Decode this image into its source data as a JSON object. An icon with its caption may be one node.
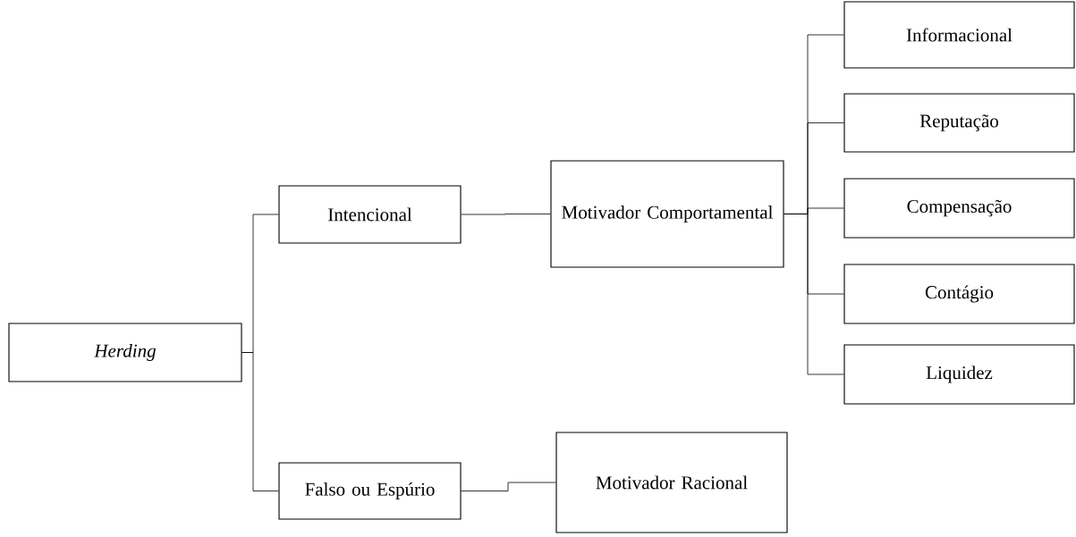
{
  "diagram": {
    "nodes": [
      {
        "text": [
          "Herding"
        ]
      },
      {
        "text": [
          "Intencional"
        ]
      },
      {
        "text": [
          "Falso ou Espúrio"
        ]
      },
      {
        "text": [
          "Motivador Comportamental"
        ]
      },
      {
        "text": [
          "Motivador Racional"
        ]
      },
      {
        "text": [
          "Informacional"
        ]
      },
      {
        "text": [
          "Reputação"
        ]
      },
      {
        "text": [
          "Compensação"
        ]
      },
      {
        "text": [
          "Contágio"
        ]
      },
      {
        "text": [
          "Liquidez"
        ]
      }
    ],
    "edges": [
      {
        "from": 0,
        "to": 1,
        "arrow": "none"
      },
      {
        "from": 0,
        "to": 2,
        "arrow": "none"
      },
      {
        "from": 1,
        "to": 3,
        "arrow": "none"
      },
      {
        "from": 2,
        "to": 4,
        "arrow": "none"
      },
      {
        "from": 3,
        "to": 5,
        "arrow": "none"
      },
      {
        "from": 3,
        "to": 6,
        "arrow": "none"
      },
      {
        "from": 3,
        "to": 7,
        "arrow": "none"
      },
      {
        "from": 3,
        "to": 8,
        "arrow": "none"
      },
      {
        "from": 3,
        "to": 9,
        "arrow": "none"
      }
    ]
  }
}
